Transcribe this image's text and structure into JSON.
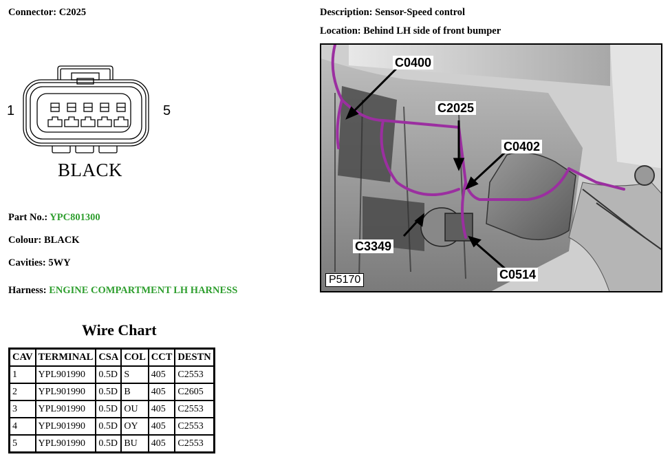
{
  "connector": {
    "label": "Connector:",
    "id": "C2025"
  },
  "description": {
    "label": "Description:",
    "value": "Sensor-Speed control"
  },
  "location": {
    "label": "Location:",
    "value": "Behind LH side of front bumper"
  },
  "connector_diagram": {
    "pin_first": "1",
    "pin_last": "5",
    "color_label": "BLACK"
  },
  "details": {
    "part_label": "Part No.:",
    "part_value": "YPC801300",
    "colour_label": "Colour:",
    "colour_value": "BLACK",
    "cavities_label": "Cavities:",
    "cavities_value": "5WY",
    "harness_label": "Harness:",
    "harness_value": "ENGINE COMPARTMENT LH HARNESS"
  },
  "wire_chart": {
    "title": "Wire Chart",
    "headers": [
      "CAV",
      "TERMINAL",
      "CSA",
      "COL",
      "CCT",
      "DESTN"
    ],
    "rows": [
      [
        "1",
        "YPL901990",
        "0.5D",
        "S",
        "405",
        "C2553"
      ],
      [
        "2",
        "YPL901990",
        "0.5D",
        "B",
        "405",
        "C2605"
      ],
      [
        "3",
        "YPL901990",
        "0.5D",
        "OU",
        "405",
        "C2553"
      ],
      [
        "4",
        "YPL901990",
        "0.5D",
        "OY",
        "405",
        "C2553"
      ],
      [
        "5",
        "YPL901990",
        "0.5D",
        "BU",
        "405",
        "C2553"
      ]
    ]
  },
  "location_image": {
    "callouts": {
      "c0400": "C0400",
      "c2025": "C2025",
      "c0402": "C0402",
      "c3349": "C3349",
      "c0514": "C0514"
    },
    "figure_id": "P5170",
    "harness_color": "#9b2fa0"
  },
  "colors": {
    "accent_green": "#2e9e2e"
  }
}
